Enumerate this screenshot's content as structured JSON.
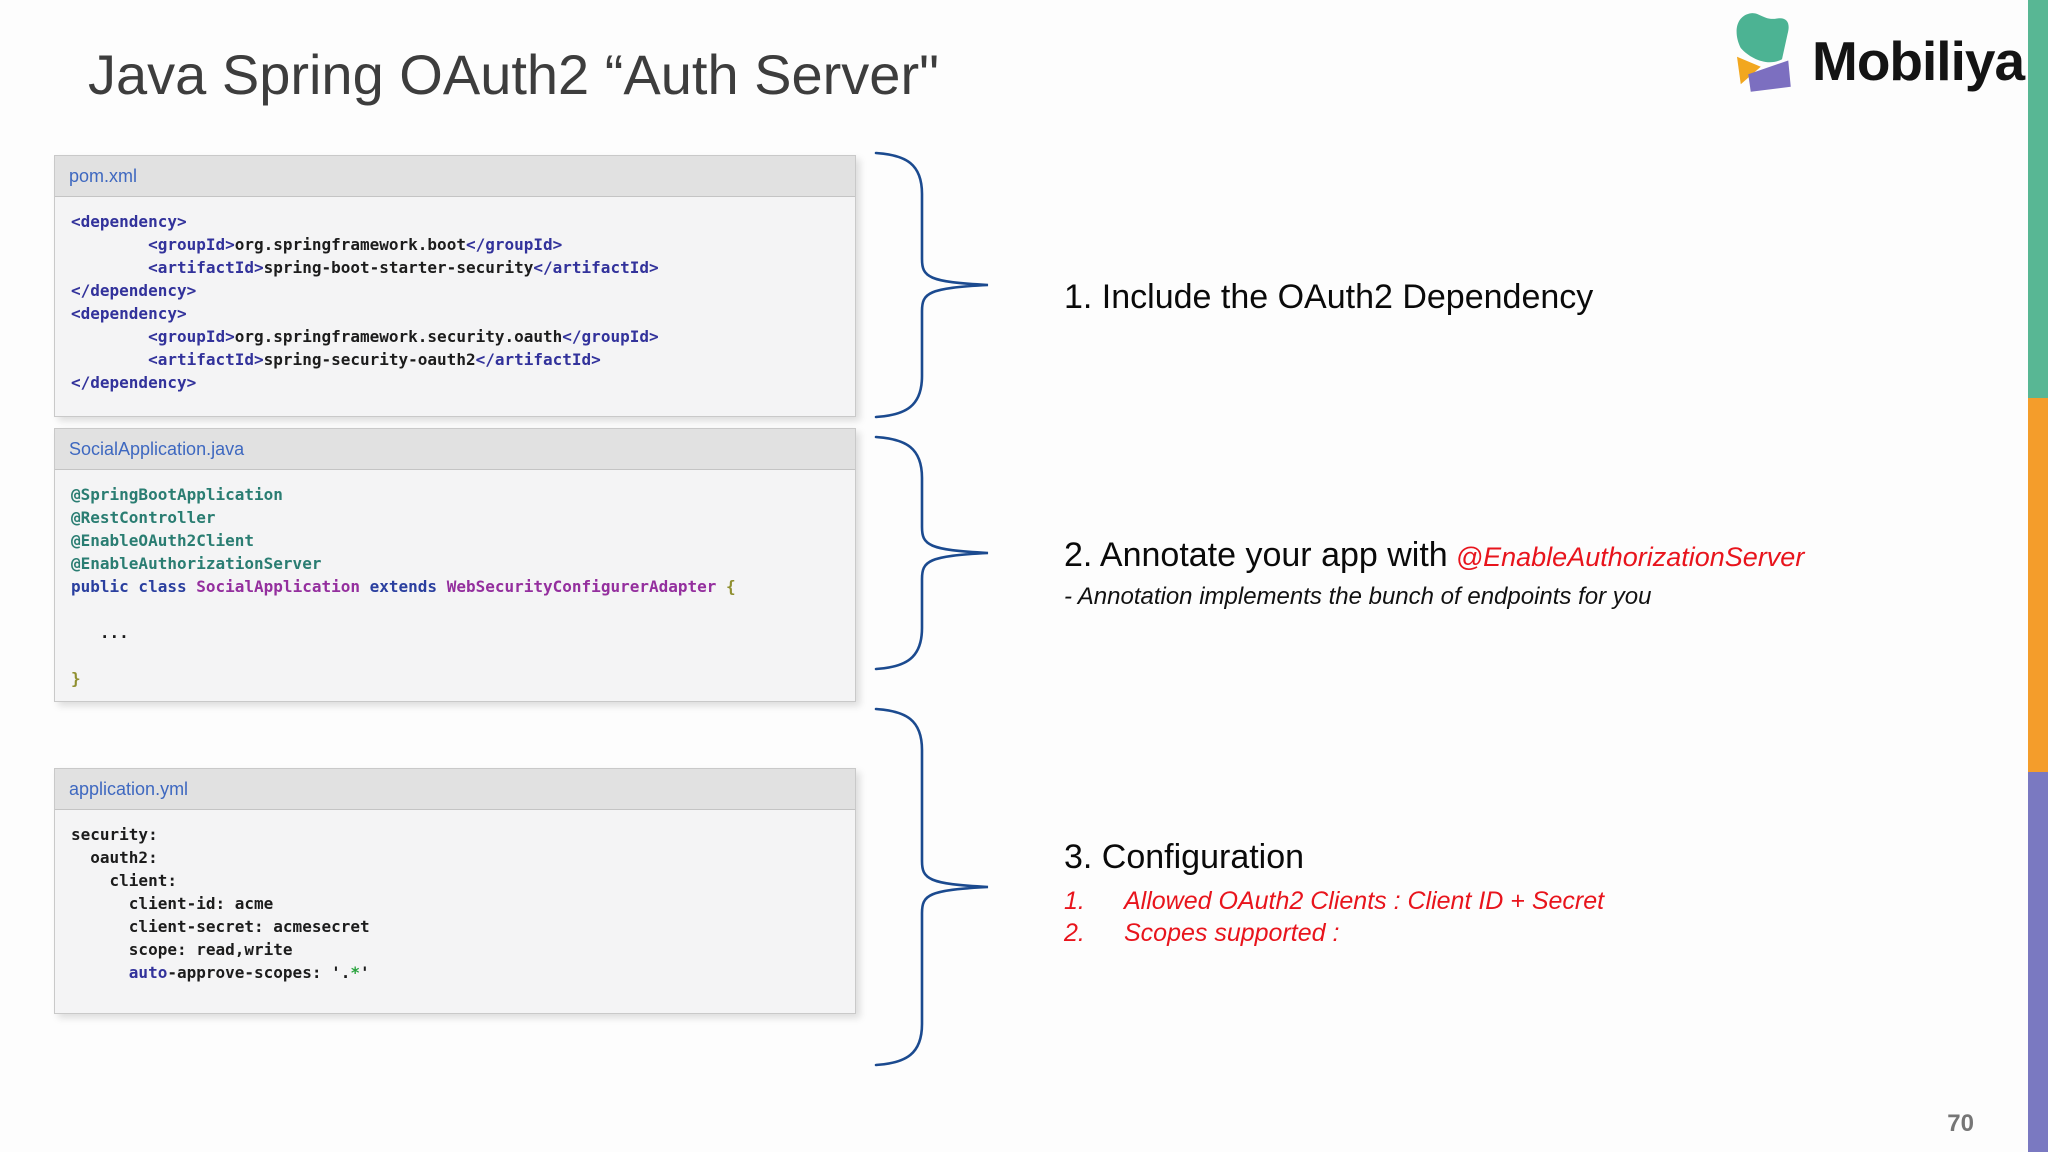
{
  "slide": {
    "title": "Java Spring OAuth2 “Auth Server\"",
    "page_number": "70"
  },
  "logo": {
    "brand": "Mobiliya"
  },
  "colors": {
    "accent_red": "#e8141c",
    "brace_navy": "#1b4a8f",
    "filename_blue": "#3e68c0",
    "code_indigo": "#32329b",
    "code_teal_annotation": "#2a7d72",
    "code_purple_type": "#942f9e",
    "code_olive_brace": "#8f8f2f",
    "code_green": "#27a23c",
    "edge_teal": "#58b794",
    "edge_orange": "#f49d2b",
    "edge_purple": "#7a79c1"
  },
  "code_blocks": [
    {
      "filename": "pom.xml",
      "lines": [
        [
          {
            "s": "<dependency>",
            "c": "tag"
          }
        ],
        [
          {
            "s": "        ",
            "c": "text"
          },
          {
            "s": "<groupId>",
            "c": "tag"
          },
          {
            "s": "org.springframework.boot",
            "c": "text"
          },
          {
            "s": "</groupId>",
            "c": "tag"
          }
        ],
        [
          {
            "s": "        ",
            "c": "text"
          },
          {
            "s": "<artifactId>",
            "c": "tag"
          },
          {
            "s": "spring-boot-starter-security",
            "c": "text"
          },
          {
            "s": "</artifactId>",
            "c": "tag"
          }
        ],
        [
          {
            "s": "</dependency>",
            "c": "tag"
          }
        ],
        [
          {
            "s": "<dependency>",
            "c": "tag"
          }
        ],
        [
          {
            "s": "        ",
            "c": "text"
          },
          {
            "s": "<groupId>",
            "c": "tag"
          },
          {
            "s": "org.springframework.security.oauth",
            "c": "text"
          },
          {
            "s": "</groupId>",
            "c": "tag"
          }
        ],
        [
          {
            "s": "        ",
            "c": "text"
          },
          {
            "s": "<artifactId>",
            "c": "tag"
          },
          {
            "s": "spring-security-oauth2",
            "c": "text"
          },
          {
            "s": "</artifactId>",
            "c": "tag"
          }
        ],
        [
          {
            "s": "</dependency>",
            "c": "tag"
          }
        ]
      ]
    },
    {
      "filename": "SocialApplication.java",
      "lines": [
        [
          {
            "s": "@SpringBootApplication",
            "c": "ann"
          }
        ],
        [
          {
            "s": "@RestController",
            "c": "ann"
          }
        ],
        [
          {
            "s": "@EnableOAuth2Client",
            "c": "ann"
          }
        ],
        [
          {
            "s": "@EnableAuthorizationServer",
            "c": "ann"
          }
        ],
        [
          {
            "s": "public class ",
            "c": "kw"
          },
          {
            "s": "SocialApplication ",
            "c": "type"
          },
          {
            "s": "extends ",
            "c": "kw"
          },
          {
            "s": "WebSecurityConfigurerAdapter ",
            "c": "type"
          },
          {
            "s": "{",
            "c": "brace"
          }
        ],
        [],
        [
          {
            "s": "   ...",
            "c": "text"
          }
        ],
        [],
        [
          {
            "s": "}",
            "c": "brace"
          }
        ]
      ]
    },
    {
      "filename": "application.yml",
      "lines": [
        [
          {
            "s": "security:",
            "c": "text"
          }
        ],
        [
          {
            "s": "  oauth2:",
            "c": "text"
          }
        ],
        [
          {
            "s": "    client:",
            "c": "text"
          }
        ],
        [
          {
            "s": "      client-id: acme",
            "c": "text"
          }
        ],
        [
          {
            "s": "      client-secret: acmesecret",
            "c": "text"
          }
        ],
        [
          {
            "s": "      scope: read,write",
            "c": "text"
          }
        ],
        [
          {
            "s": "      ",
            "c": "text"
          },
          {
            "s": "auto",
            "c": "tag"
          },
          {
            "s": "-approve-scopes: '.",
            "c": "text"
          },
          {
            "s": "*",
            "c": "green"
          },
          {
            "s": "'",
            "c": "text"
          }
        ]
      ]
    }
  ],
  "annotations": [
    {
      "heading": "1. Include the OAuth2 Dependency"
    },
    {
      "heading": "2. Annotate your app with",
      "highlight": "@EnableAuthorizationServer",
      "note": "- Annotation implements the bunch of endpoints for you"
    },
    {
      "heading": "3. Configuration",
      "items": [
        {
          "num": "1.",
          "text": "Allowed OAuth2 Clients : Client ID + Secret"
        },
        {
          "num": "2.",
          "text": "Scopes supported :"
        }
      ]
    }
  ]
}
